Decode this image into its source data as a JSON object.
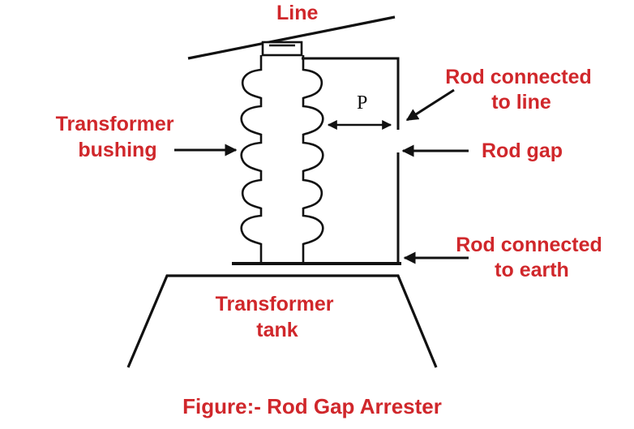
{
  "labels": {
    "line": "Line",
    "rod_line_1": "Rod connected",
    "rod_line_2": "to line",
    "bushing_1": "Transformer",
    "bushing_2": "bushing",
    "rod_gap": "Rod gap",
    "rod_earth_1": "Rod connected",
    "rod_earth_2": "to earth",
    "tank_1": "Transformer",
    "tank_2": "tank",
    "gap_symbol": "P"
  },
  "caption": "Figure:- Rod Gap Arrester",
  "colors": {
    "label": "#d0272b",
    "ink": "#111111",
    "background": "#ffffff"
  }
}
